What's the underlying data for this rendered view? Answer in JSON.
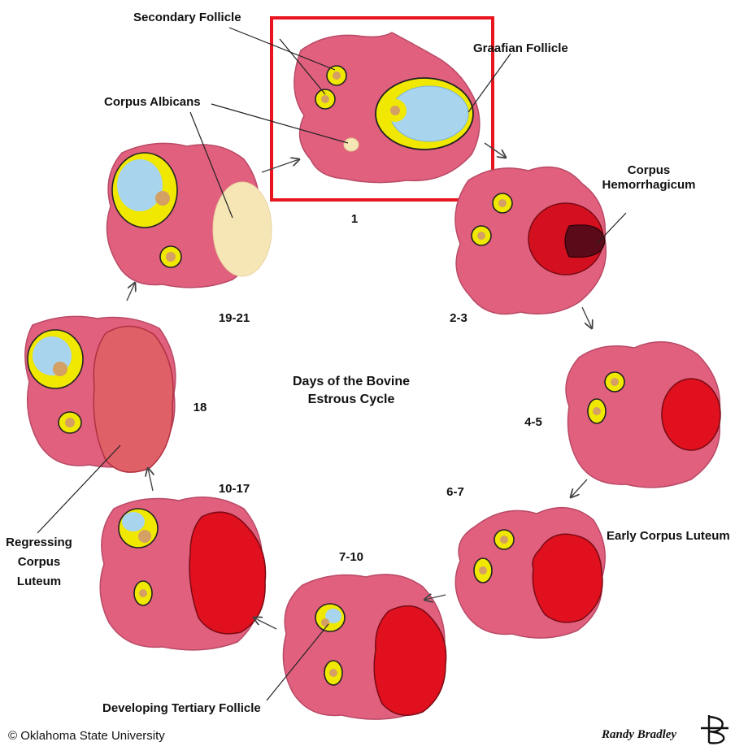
{
  "diagram": {
    "center_title": [
      "Days of the Bovine",
      "Estrous Cycle"
    ],
    "labels": {
      "secondary_follicle": "Secondary Follicle",
      "graafian_follicle": "Graafian Follicle",
      "corpus_albicans": "Corpus Albicans",
      "corpus_hemorrhagicum": [
        "Corpus",
        "Hemorrhagicum"
      ],
      "early_corpus_luteum": "Early Corpus Luteum",
      "regressing_corpus_luteum": [
        "Regressing",
        "Corpus",
        "Luteum"
      ],
      "developing_tertiary_follicle": "Developing Tertiary Follicle"
    },
    "days": {
      "d1": "1",
      "d2_3": "2-3",
      "d4_5": "4-5",
      "d6_7": "6-7",
      "d7_10": "7-10",
      "d10_17": "10-17",
      "d18": "18",
      "d19_21": "19-21"
    },
    "highlight_color": "#e8141e",
    "colors": {
      "ovary": "#e0607e",
      "follicle_ring": "#f0e800",
      "antrum": "#a8d4ee",
      "corpus_luteum": "#e0101e",
      "clot": "#5a0a18",
      "albicans": "#f6e6b6"
    }
  },
  "footer": {
    "copyright": "© Oklahoma State University",
    "signature": "Randy Bradley"
  }
}
